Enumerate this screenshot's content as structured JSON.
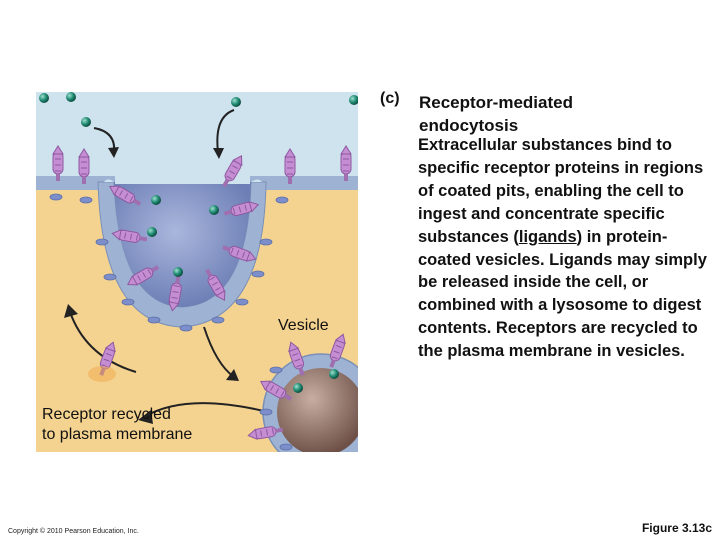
{
  "panel": {
    "letter": "(c)",
    "title_line1": "Receptor-mediated",
    "title_line2": "endocytosis",
    "description_before": "Extracellular substances bind to specific receptor proteins in regions of coated pits, enabling the cell to ingest and concentrate specific substances (",
    "description_ligands": "ligands",
    "description_after": ") in protein-coated vesicles. Ligands may simply be released inside the cell, or combined with a lysosome to digest contents. Receptors are recycled to the plasma membrane in vesicles."
  },
  "labels": {
    "vesicle": "Vesicle",
    "recycled_line1": "Receptor recycled",
    "recycled_line2": "to plasma membrane"
  },
  "footer": {
    "copyright": "Copyright © 2010 Pearson Education, Inc.",
    "figure": "Figure 3.13c"
  },
  "colors": {
    "extracellular": "#cfe3ef",
    "cytoplasm": "#f4d391",
    "membrane": "#9eb3d3",
    "vesicle_interior": "#7f8fc0",
    "receptor": "#c58ed2",
    "ligand": "#1e8a72",
    "lysosome": "#7c6158"
  }
}
